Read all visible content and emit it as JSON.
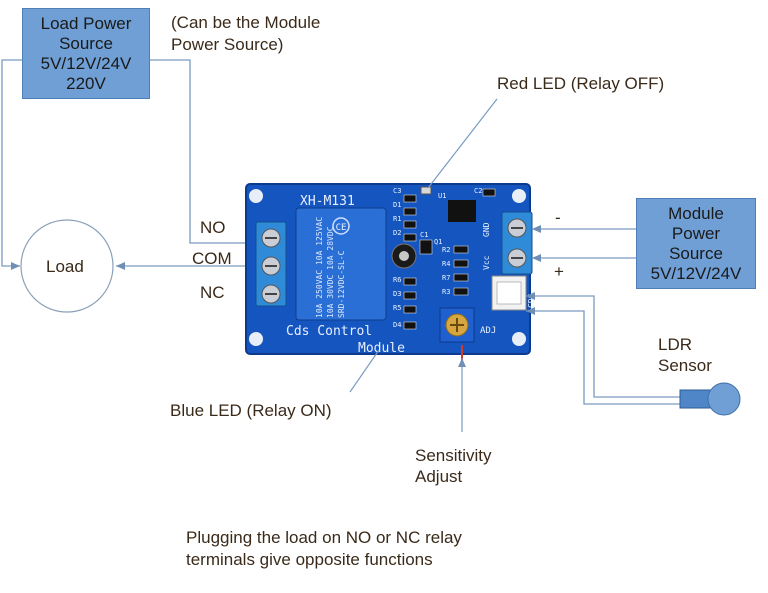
{
  "load_power_source": {
    "line1": "Load Power",
    "line2": "Source",
    "line3": "5V/12V/24V",
    "line4": "220V"
  },
  "module_note": {
    "line1": "(Can be the Module",
    "line2": "Power Source)"
  },
  "red_led_label": "Red LED (Relay OFF)",
  "load_label": "Load",
  "terminals": {
    "no": "NO",
    "com": "COM",
    "nc": "NC"
  },
  "module_power_source": {
    "line1": "Module",
    "line2": "Power",
    "line3": "Source",
    "line4": "5V/12V/24V"
  },
  "polarity": {
    "minus": "-",
    "plus": "+"
  },
  "ldr_label": {
    "line1": "LDR",
    "line2": "Sensor"
  },
  "blue_led_label": "Blue LED (Relay ON)",
  "sensitivity_label": {
    "line1": "Sensitivity",
    "line2": "Adjust"
  },
  "footnote": {
    "line1": "Plugging the load on NO or NC relay",
    "line2": "terminals give opposite functions"
  },
  "board": {
    "title": "XH-M131",
    "bottom_text": "Cds Control",
    "module_text": "Module",
    "adj_text": "ADJ",
    "gnd_text": "GND",
    "vcc_text": "Vcc",
    "cds_text": "CDS",
    "relay_lines": [
      "10A 250VAC 10A 125VAC",
      "10A 30VDC 10A 28VDC",
      "SRD-12VDC-SL-C"
    ],
    "component_labels": [
      "C3",
      "D1",
      "R1",
      "D2",
      "C1",
      "Q1",
      "R6",
      "D3",
      "R5",
      "D4",
      "C2",
      "R2",
      "R4",
      "R7",
      "R3",
      "U1"
    ]
  },
  "colors": {
    "box_fill": "#6f9fd4",
    "pcb": "#1555c0",
    "terminal": "#2f8bd8",
    "wire": "#7a9bbf"
  }
}
